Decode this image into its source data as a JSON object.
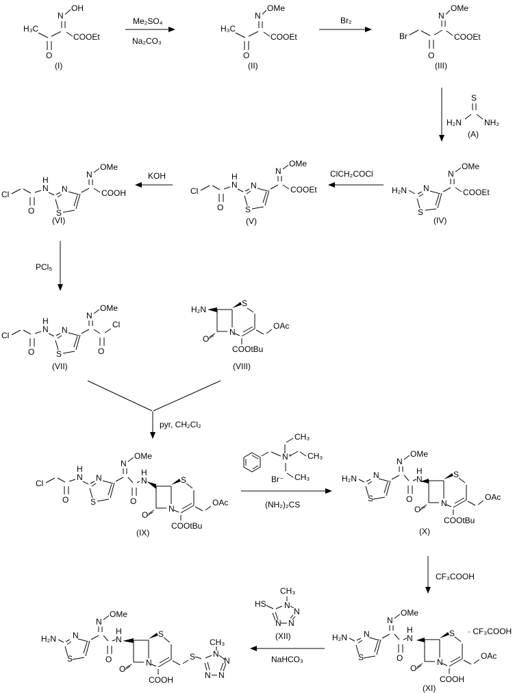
{
  "glyphs": {
    "N": "N",
    "S": "S",
    "O": "O",
    "H": "H",
    "OH": "OH",
    "OMe": "OMe",
    "COOEt": "COOEt",
    "COOH": "COOH",
    "COOtBu": "COOtBu",
    "OAc": "OAc",
    "Cl": "Cl",
    "Br": "Br",
    "H3C": "H₃C",
    "H2N": "H₂N",
    "NH2": "NH₂",
    "HS": "HS",
    "CH3": "CH₃",
    "Nplus": "N⁺",
    "Brminus": "Br⁻",
    "tfa_salt": "· CF₃COOH"
  },
  "labels": {
    "I": "(I)",
    "II": "(II)",
    "III": "(III)",
    "IV": "(IV)",
    "V": "(V)",
    "VI": "(VI)",
    "VII": "(VII)",
    "VIII": "(VIII)",
    "IX": "(IX)",
    "X": "(X)",
    "XI": "(XI)",
    "XII": "(XII)",
    "A": "(A)"
  },
  "reagents": {
    "step1_above": "Me₂SO₄",
    "step1_below": "Na₂CO₃",
    "step2": "Br₂",
    "step4": "ClCH₂COCl",
    "step5": "KOH",
    "step6": "PCl₅",
    "step7": "pyr, CH₂Cl₂",
    "step8_below": "(NH₂)₂CS",
    "step9": "CF₃COOH",
    "step10_below": "NaHCO₃"
  }
}
